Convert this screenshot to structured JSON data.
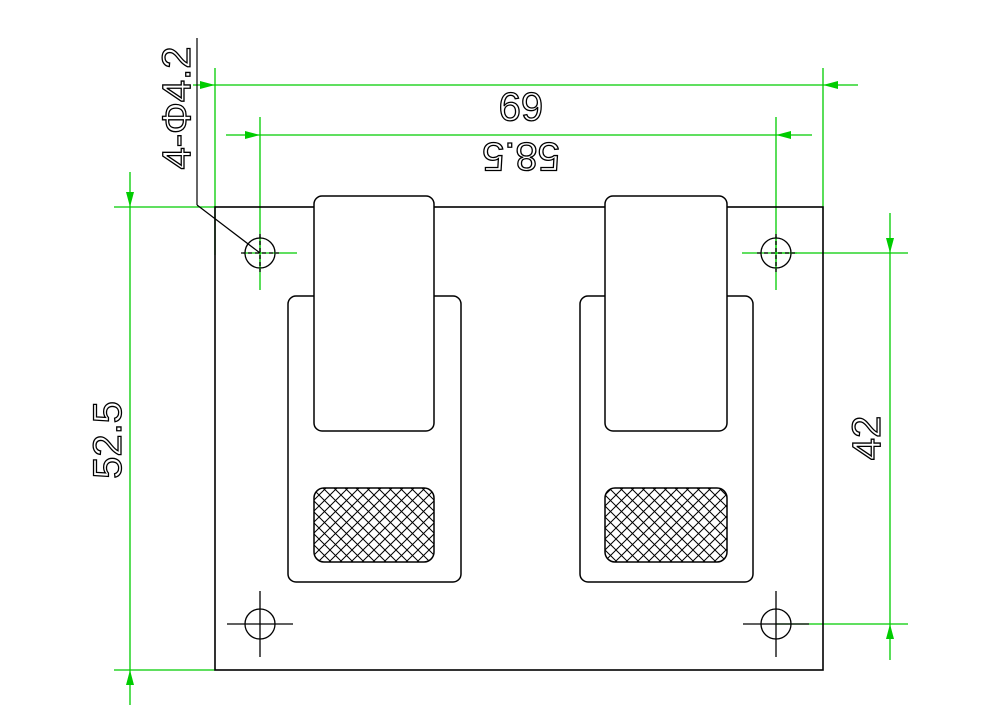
{
  "drawing": {
    "hole_callout": "4-Φ4.2",
    "dim_overall_width": "69",
    "dim_hole_width": "58.5",
    "dim_overall_height": "52.5",
    "dim_hole_height": "42",
    "colors": {
      "outline": "#000000",
      "dimension": "#00cc00",
      "centerline": "#000000"
    }
  }
}
